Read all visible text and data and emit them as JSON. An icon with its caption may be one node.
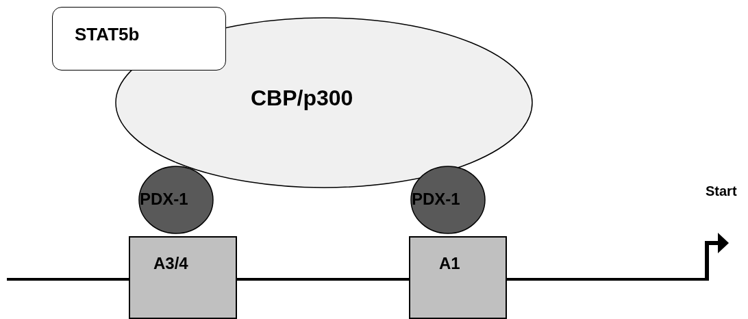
{
  "diagram": {
    "nodes": [
      {
        "text": [
          "STAT5b"
        ]
      },
      {
        "text": [
          "CBP/p300"
        ]
      },
      {
        "text": [
          "PDX-1"
        ]
      },
      {
        "text": [
          "PDX-1"
        ]
      },
      {
        "text": [
          "A3/4"
        ]
      },
      {
        "text": [
          "A1"
        ]
      }
    ],
    "labels": [
      "Start"
    ]
  }
}
